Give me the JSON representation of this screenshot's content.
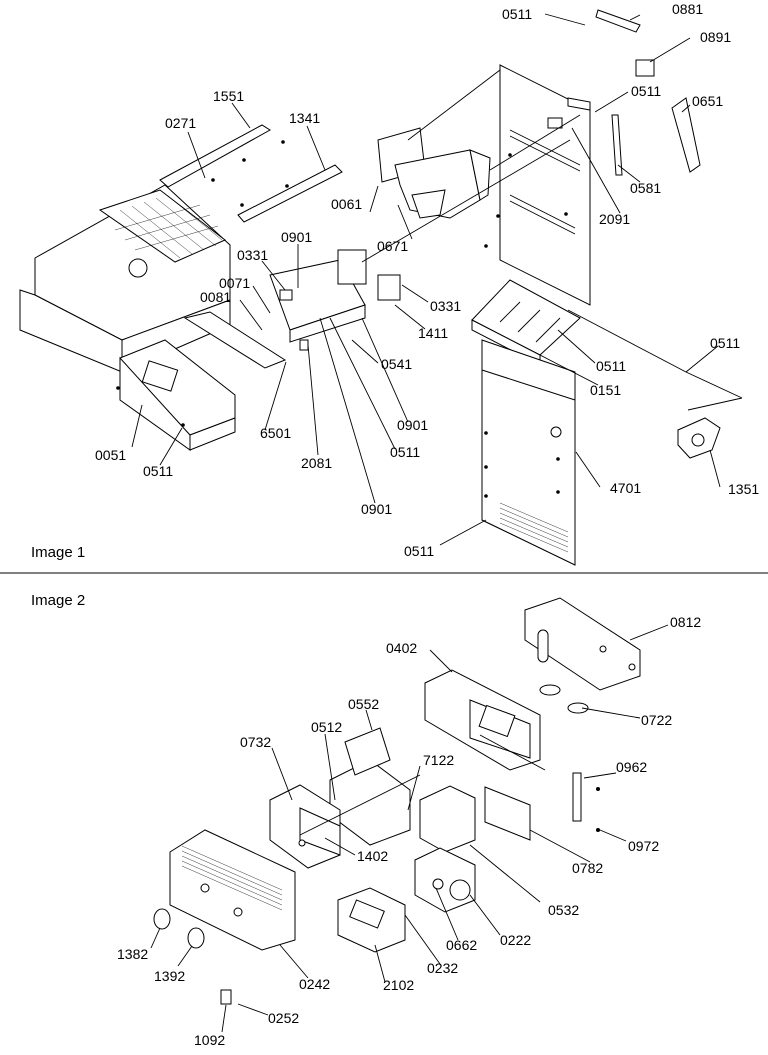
{
  "panels": [
    {
      "caption": "Image 1",
      "labels": [
        "0511",
        "0881",
        "0891",
        "0511",
        "0651",
        "1551",
        "0271",
        "1341",
        "0581",
        "2091",
        "0061",
        "0671",
        "0901",
        "0331",
        "0071",
        "0081",
        "0331",
        "1411",
        "0541",
        "0511",
        "0151",
        "0511",
        "0901",
        "0511",
        "6501",
        "2081",
        "0051",
        "0511",
        "0901",
        "4701",
        "1351",
        "0511"
      ]
    },
    {
      "caption": "Image 2",
      "labels": [
        "0812",
        "0402",
        "0722",
        "0552",
        "0512",
        "7122",
        "0732",
        "0962",
        "0972",
        "1402",
        "0782",
        "0532",
        "0222",
        "0662",
        "1382",
        "1392",
        "0232",
        "0242",
        "2102",
        "0252",
        "1092"
      ]
    }
  ],
  "colors": {
    "line": "#000000",
    "background": "#ffffff"
  }
}
